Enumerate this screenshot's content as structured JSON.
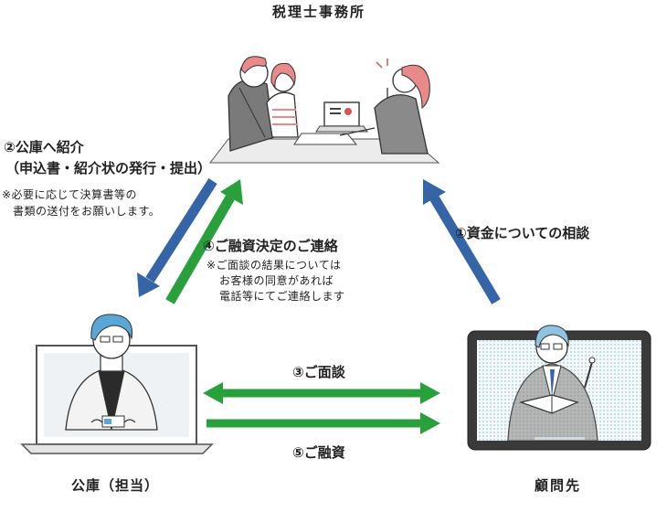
{
  "office_title": "税理士事務所",
  "bank_title": "公庫（担当）",
  "client_title": "顧問先",
  "steps": {
    "s1": "①資金についての相談",
    "s2_line1": "②公庫へ紹介",
    "s2_line2": "（申込書・紹介状の発行・提出）",
    "s2_note1": "※必要に応じて決算書等の",
    "s2_note2": "書類の送付をお願いします。",
    "s3": "③ご面談",
    "s4": "④ご融資決定のご連絡",
    "s4_note1": "※ご面談の結果については",
    "s4_note2": "お客様の同意があれば",
    "s4_note3": "電話等にてご連絡します",
    "s5": "⑤ご融資"
  },
  "colors": {
    "blue_arrow": "#3565a6",
    "green_arrow": "#2aa03c",
    "hair_pink": "#e88a8a",
    "hair_blue": "#5aa6d6",
    "dark": "#3a3a3a"
  }
}
